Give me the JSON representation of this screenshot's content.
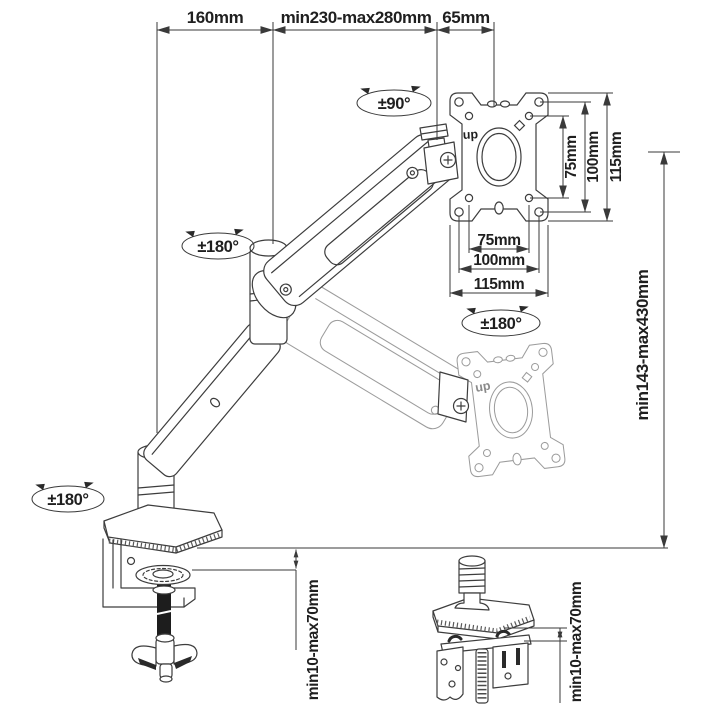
{
  "page": {
    "background": "#ffffff",
    "description": "Technical dimension diagram of a gas-spring desk monitor arm"
  },
  "colors": {
    "line": "#3d3d3d",
    "light_line": "#9c9c9c",
    "text": "#1f1f1f",
    "rod_fill": "#1d1d1d"
  },
  "dims": {
    "arm_rear": "160mm",
    "arm_front": "min230-max280mm",
    "head_offset": "65mm",
    "vesa_v75": "75mm",
    "vesa_v100": "100mm",
    "vesa_v115": "115mm",
    "vesa_h75": "75mm",
    "vesa_h100": "100mm",
    "vesa_h115": "115mm",
    "height_range": "min143-max430mm",
    "clamp_left": "min10-max70mm",
    "clamp_right": "min10-max70mm"
  },
  "rotations": {
    "head": "±90°",
    "elbow": "±180°",
    "plate": "±180°",
    "base": "±180°"
  },
  "markings": {
    "up_top": "up",
    "up_mid": "up"
  }
}
